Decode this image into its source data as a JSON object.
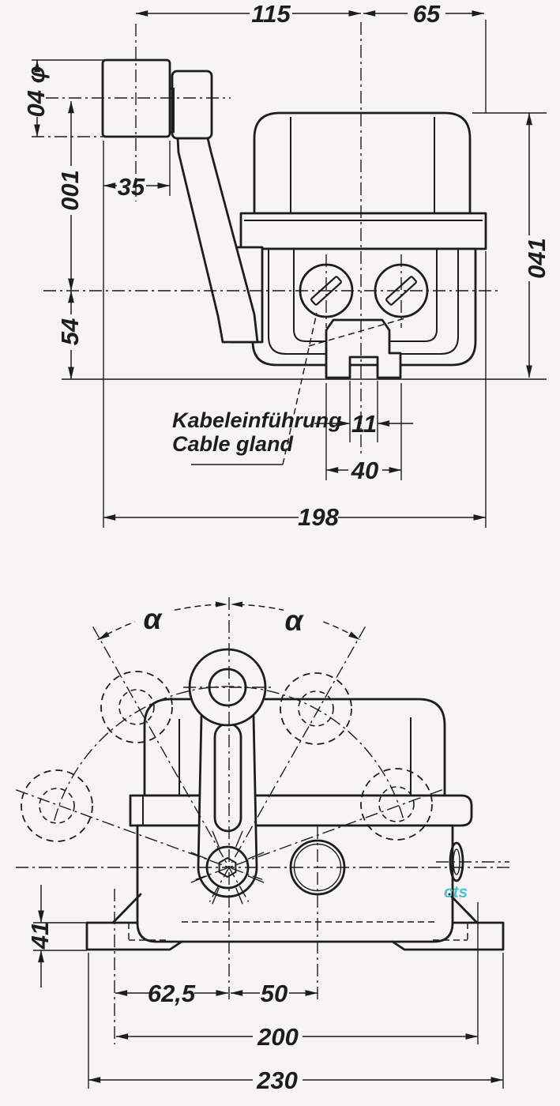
{
  "document": {
    "kind": "technical dimension drawing, geared limit switch with crank lever, two views",
    "colors": {
      "ink": "#1d1d1b",
      "paper": "#f6f5f1",
      "watermark": "#49c2d4"
    },
    "watermark": "cts",
    "top_view": {
      "labels": {
        "cable_gland_de": "Kabeleinführung",
        "cable_gland_en": "Cable gland"
      },
      "dims": {
        "lever_axis_to_center": "115",
        "center_to_back": "65",
        "roller_diameter": "φ 40",
        "roller_width": "35",
        "roller_center_height": "100",
        "gland_center_height": "45",
        "housing_height": "140",
        "slot_width": "11",
        "gland_spacing": "40",
        "overall_depth": "198"
      }
    },
    "bottom_view": {
      "dims": {
        "swing_angle_left": "α",
        "swing_angle_right": "α",
        "foot_height": "14",
        "hole_to_center": "62,5",
        "center_to_hole": "50",
        "hole_spacing": "200",
        "overall_width": "230"
      }
    }
  }
}
